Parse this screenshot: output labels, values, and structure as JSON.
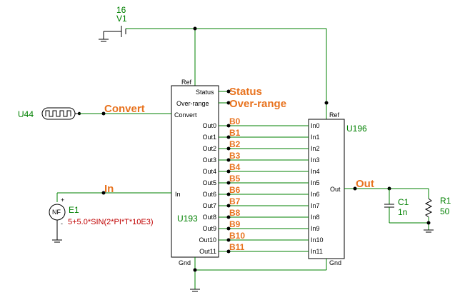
{
  "parts": {
    "v1": {
      "value": "16",
      "ref": "V1"
    },
    "u44": {
      "ref": "U44"
    },
    "e1": {
      "ref": "E1",
      "expression": "5+5.0*SIN(2*PI*T*10E3)",
      "symbol": "NF",
      "plus": "+",
      "minus": "-"
    },
    "u193": {
      "ref": "U193"
    },
    "u196": {
      "ref": "U196"
    },
    "c1": {
      "ref": "C1",
      "value": "1n"
    },
    "r1": {
      "ref": "R1",
      "value": "50"
    }
  },
  "adc_pins": {
    "ref": "Ref",
    "status": "Status",
    "over_range": "Over-range",
    "convert": "Convert",
    "in": "In",
    "gnd": "Gnd",
    "outs": [
      "Out0",
      "Out1",
      "Out2",
      "Out3",
      "Out4",
      "Out5",
      "Out6",
      "Out7",
      "Out8",
      "Out9",
      "Out10",
      "Out11"
    ]
  },
  "dac_pins": {
    "ref": "Ref",
    "out": "Out",
    "gnd": "Gnd",
    "ins": [
      "In0",
      "In1",
      "In2",
      "In3",
      "In4",
      "In5",
      "In6",
      "In7",
      "In8",
      "In9",
      "In10",
      "In11"
    ]
  },
  "nets": {
    "status": "Status",
    "over_range": "Over-range",
    "convert": "Convert",
    "in": "In",
    "out": "Out",
    "bits": [
      "B0",
      "B1",
      "B2",
      "B3",
      "B4",
      "B5",
      "B6",
      "B7",
      "B8",
      "B9",
      "B10",
      "B11"
    ]
  }
}
